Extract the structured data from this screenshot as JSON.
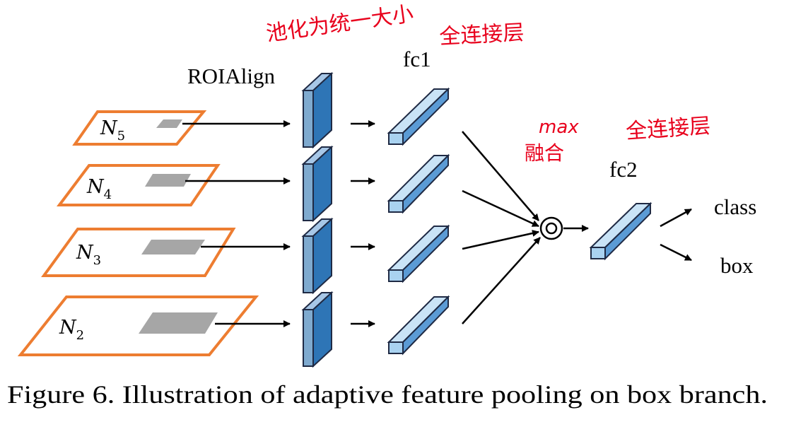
{
  "labels": {
    "roialign": "ROIAlign",
    "fc1": "fc1",
    "fc2": "fc2",
    "class": "class",
    "box": "box"
  },
  "levels": [
    {
      "name": "N",
      "sub": "5"
    },
    {
      "name": "N",
      "sub": "4"
    },
    {
      "name": "N",
      "sub": "3"
    },
    {
      "name": "N",
      "sub": "2"
    }
  ],
  "annotations": {
    "roialign_note": "池化为统一大小",
    "fc1_note": "全连接层",
    "max_note_line1": "max",
    "max_note_line2": "融合",
    "fc2_note": "全连接层"
  },
  "caption": "Figure 6. Illustration of adaptive feature pooling on box branch.",
  "colors": {
    "plane_border": "#ED7D31",
    "roi_fill": "#A6A6A6",
    "block_fill": "#7FAACF",
    "block_side": "#2E75B6",
    "block_stroke": "#1F2A44",
    "fc_fill": "#A9D2F0",
    "annotation": "#E8001C"
  }
}
